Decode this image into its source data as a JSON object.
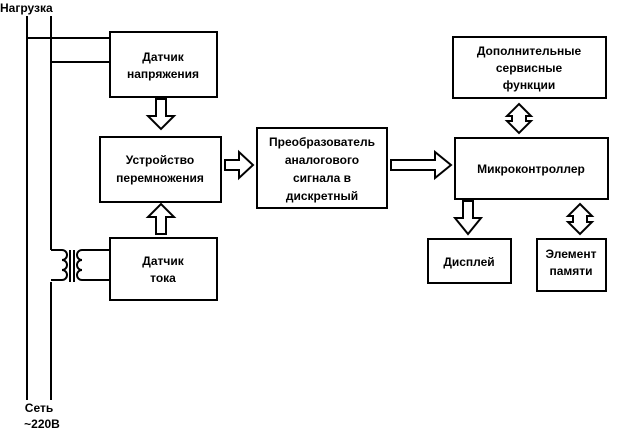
{
  "diagram": {
    "load_label": "Нагрузка",
    "mains_label": [
      "Сеть",
      "~220В"
    ],
    "blocks": {
      "voltage_sensor": [
        "Датчик",
        "напряжения"
      ],
      "multiplier": [
        "Устройство",
        "перемножения"
      ],
      "current_sensor": [
        "Датчик",
        "тока"
      ],
      "adc": [
        "Преобразователь",
        "аналогового",
        "сигнала в",
        "дискретный"
      ],
      "service_functions": [
        "Дополнительные",
        "сервисные",
        "функции"
      ],
      "microcontroller": [
        "Микроконтроллер"
      ],
      "display": [
        "Дисплей"
      ],
      "memory": [
        "Элемент",
        "памяти"
      ]
    }
  }
}
